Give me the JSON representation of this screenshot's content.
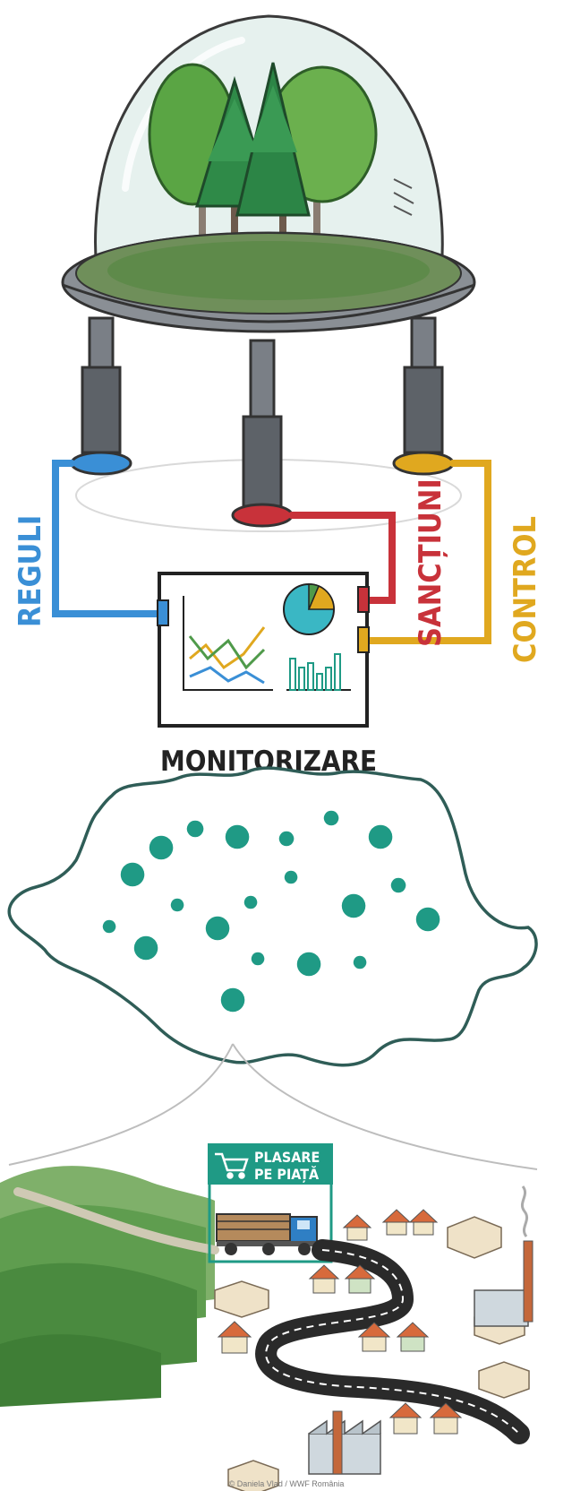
{
  "labels": {
    "reguli": "REGULI",
    "sanctiuni": "SANCȚIUNI",
    "control": "CONTROL",
    "monitorizare": "MONITORIZARE",
    "plasare_line1": "PLASARE",
    "plasare_line2": "PE PIAȚĂ"
  },
  "caption": "© Daniela Vlad / WWF România",
  "colors": {
    "reguli": "#3a8fd6",
    "sanctiuni": "#c8323a",
    "control": "#e0a81f",
    "teal": "#1f9a85",
    "romania_outline": "#2f5d57",
    "forest": "#4f9a4a",
    "truck": "#2f7fc4"
  },
  "icons": [
    "glass-dome-icon",
    "forest-icon",
    "dashboard-monitor-icon",
    "camera-pin-icon",
    "shopping-cart-icon",
    "truck-icon",
    "house-icon",
    "factory-icon"
  ]
}
